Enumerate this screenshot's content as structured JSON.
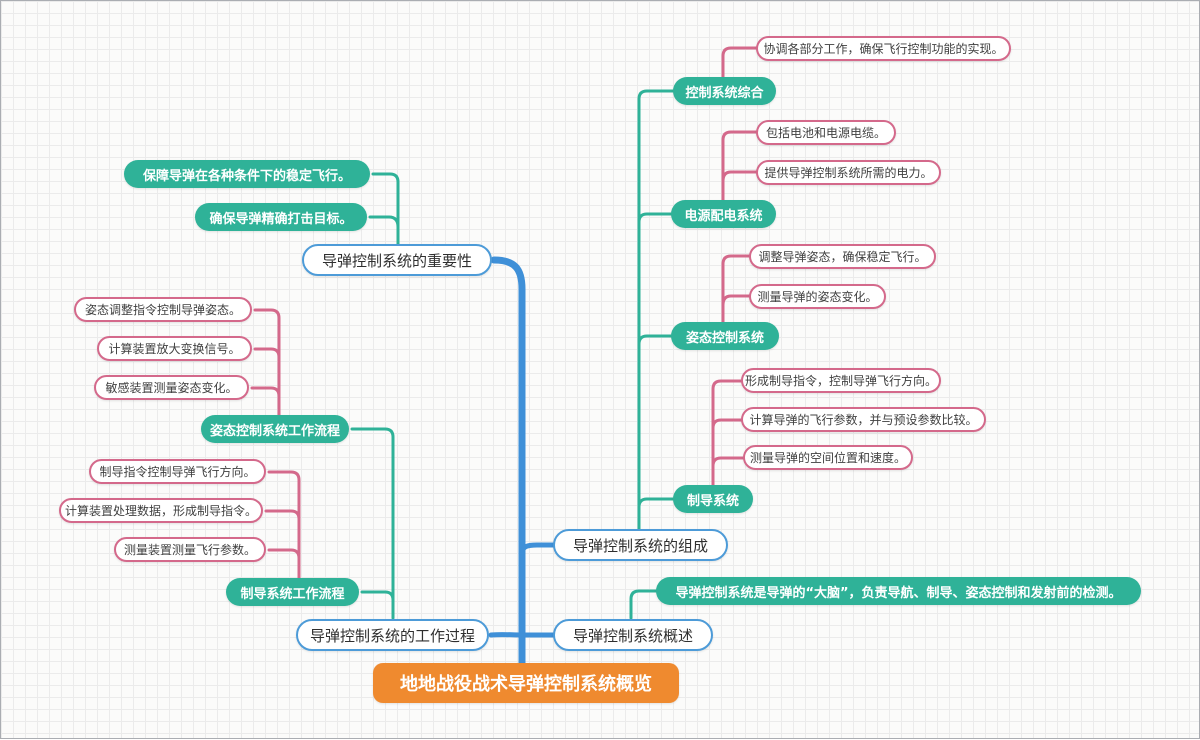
{
  "colors": {
    "teal": "#2fb298",
    "pink": "#d4698b",
    "blue_border": "#4d9bd8",
    "spine_blue": "#3f90d8",
    "orange": "#ef8a2f"
  },
  "mindmap": {
    "root": {
      "label": "地地战役战术导弹控制系统概览"
    },
    "branches": {
      "importance": {
        "topic": "导弹控制系统的重要性",
        "points": [
          "保障导弹在各种条件下的稳定飞行。",
          "确保导弹精确打击目标。"
        ]
      },
      "composition": {
        "topic": "导弹控制系统的组成",
        "subsystems": [
          {
            "name": "控制系统综合",
            "details": [
              "协调各部分工作，确保飞行控制功能的实现。"
            ]
          },
          {
            "name": "电源配电系统",
            "details": [
              "包括电池和电源电缆。",
              "提供导弹控制系统所需的电力。"
            ]
          },
          {
            "name": "姿态控制系统",
            "details": [
              "调整导弹姿态，确保稳定飞行。",
              "测量导弹的姿态变化。"
            ]
          },
          {
            "name": "制导系统",
            "details": [
              "形成制导指令，控制导弹飞行方向。",
              "计算导弹的飞行参数，并与预设参数比较。",
              "测量导弹的空间位置和速度。"
            ]
          }
        ]
      },
      "process": {
        "topic": "导弹控制系统的工作过程",
        "flows": [
          {
            "name": "姿态控制系统工作流程",
            "steps": [
              "姿态调整指令控制导弹姿态。",
              "计算装置放大变换信号。",
              "敏感装置测量姿态变化。"
            ]
          },
          {
            "name": "制导系统工作流程",
            "steps": [
              "制导指令控制导弹飞行方向。",
              "计算装置处理数据，形成制导指令。",
              "测量装置测量飞行参数。"
            ]
          }
        ]
      },
      "overview": {
        "topic": "导弹控制系统概述",
        "summary": "导弹控制系统是导弹的“大脑”，负责导航、制导、姿态控制和发射前的检测。"
      }
    }
  }
}
